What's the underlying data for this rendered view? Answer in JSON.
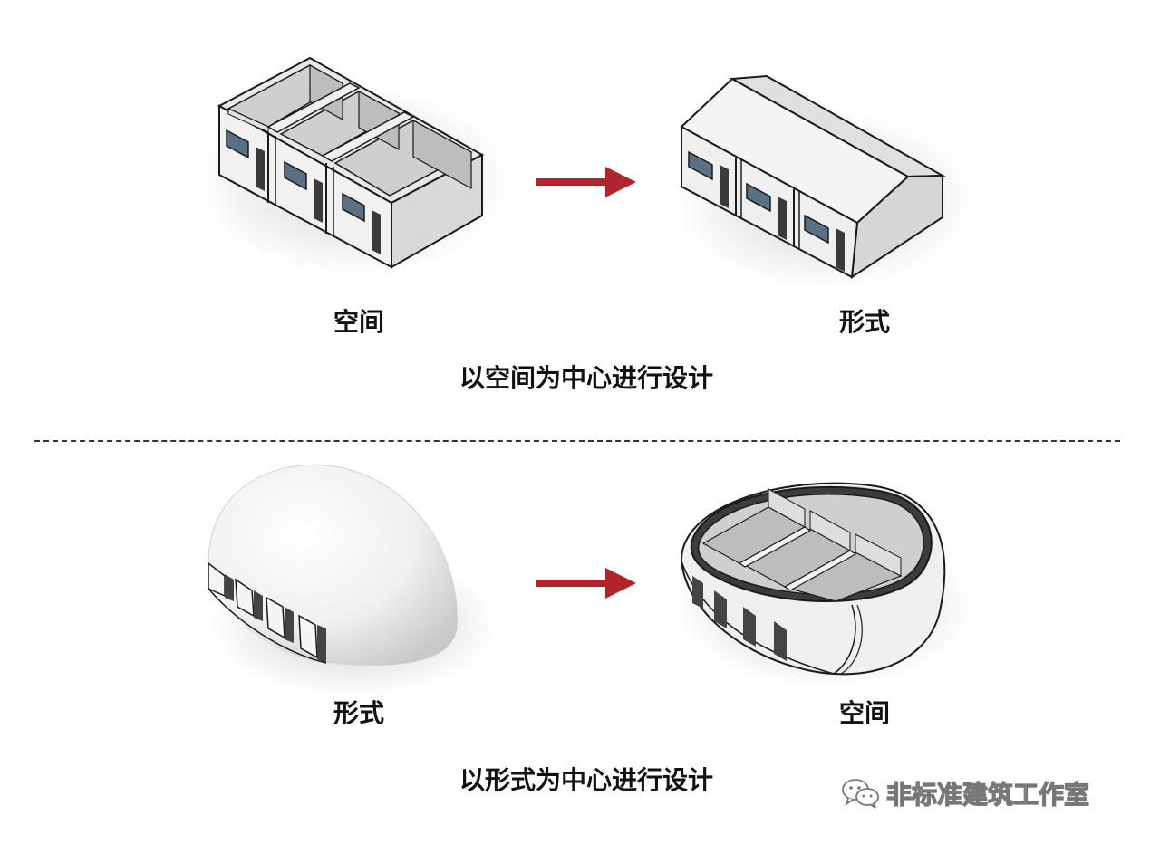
{
  "top_section": {
    "left_label": "空间",
    "right_label": "形式",
    "caption": "以空间为中心进行设计"
  },
  "bottom_section": {
    "left_label": "形式",
    "right_label": "空间",
    "caption": "以形式为中心进行设计"
  },
  "watermark": {
    "icon": "wechat-icon",
    "text": "非标准建筑工作室"
  },
  "colors": {
    "arrow": "#b0252b",
    "model_fill": "#f2f2f2",
    "edge": "#1a1a1a"
  }
}
